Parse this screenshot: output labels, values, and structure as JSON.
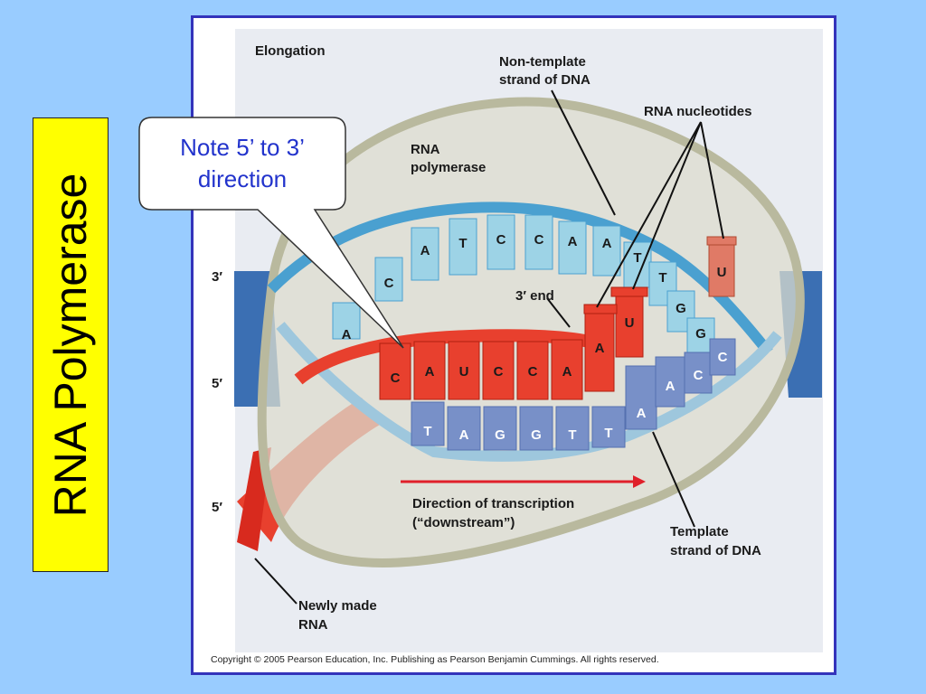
{
  "side_title": "RNA Polymerase",
  "callout": {
    "line1": "Note 5’ to 3’",
    "line2": "direction"
  },
  "figure": {
    "heading": "Elongation",
    "labels": {
      "non_template_1": "Non-template",
      "non_template_2": "strand of DNA",
      "rna_nucleotides": "RNA nucleotides",
      "rna_polymerase_1": "RNA",
      "rna_polymerase_2": "polymerase",
      "three_prime_end": "3′ end",
      "direction_1": "Direction of transcription",
      "direction_2": "(“downstream”)",
      "template_1": "Template",
      "template_2": "strand of DNA",
      "newly_made_1": "Newly made",
      "newly_made_2": "RNA",
      "end_3_left": "3′",
      "end_5_left": "5′",
      "end_5_rna": "5′"
    },
    "top_strand_bases": [
      "A",
      "C",
      "A",
      "T",
      "C",
      "C",
      "A",
      "A",
      "T",
      "T",
      "G",
      "G"
    ],
    "rna_bases": [
      "C",
      "A",
      "U",
      "C",
      "C",
      "A",
      "A",
      "U",
      "U"
    ],
    "template_bases": [
      "T",
      "A",
      "G",
      "G",
      "T",
      "T",
      "A",
      "A",
      "C",
      "C"
    ],
    "copyright": "Copyright ©  2005 Pearson Education, Inc. Publishing as Pearson Benjamin Cummings. All rights reserved."
  },
  "colors": {
    "background": "#99ccff",
    "title_box": "#ffff00",
    "rna_red": "#e8402e",
    "dna_light_blue": "#9dd3e6",
    "dna_template_blue": "#7890c8",
    "arrow_red": "#e0202a"
  }
}
